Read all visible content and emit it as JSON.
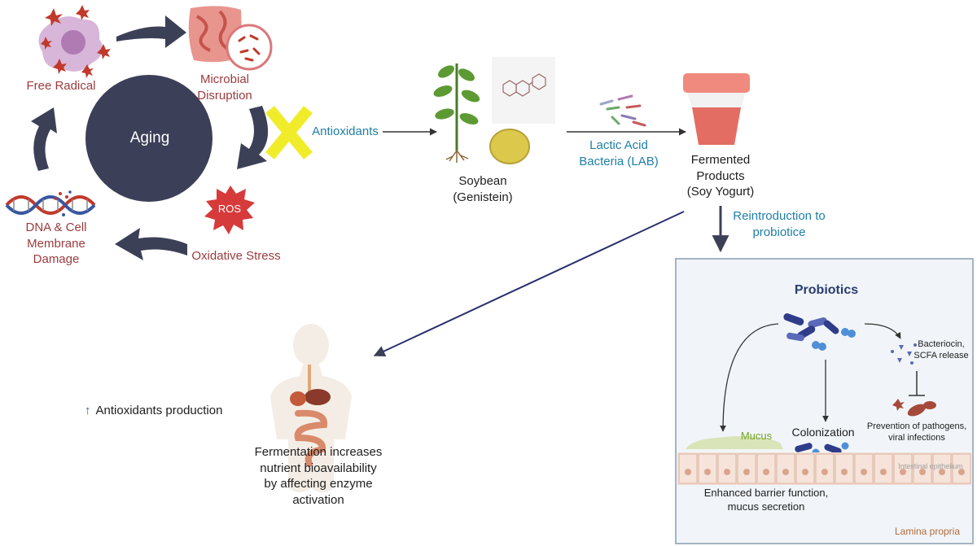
{
  "cycle": {
    "center": "Aging",
    "free_radical": "Free Radical",
    "microbial_line1": "Microbial",
    "microbial_line2": "Disruption",
    "ros": "ROS",
    "oxidative_stress": "Oxidative Stress",
    "dna_line1": "DNA & Cell",
    "dna_line2": "Membrane",
    "dna_line3": "Damage"
  },
  "pathway": {
    "antioxidants": "Antioxidants",
    "soybean_line1": "Soybean",
    "soybean_line2": "(Genistein)",
    "lab_line1": "Lactic Acid",
    "lab_line2": "Bacteria (LAB)",
    "fermented_line1": "Fermented",
    "fermented_line2": "Products",
    "fermented_line3": "(Soy Yogurt)",
    "reintro_line1": "Reintroduction to",
    "reintro_line2": "probiotice"
  },
  "human": {
    "up_arrow": "↑",
    "antioxidants_production": "Antioxidants production",
    "fermentation_line1": "Fermentation increases",
    "fermentation_line2": "nutrient bioavailability",
    "fermentation_line3": "by affecting enzyme",
    "fermentation_line4": "activation"
  },
  "probiotics_panel": {
    "title": "Probiotics",
    "bacteriocin_line1": "Bacteriocin,",
    "bacteriocin_line2": "SCFA release",
    "prevention_line1": "Prevention of pathogens,",
    "prevention_line2": "viral infections",
    "mucus": "Mucus",
    "colonization": "Colonization",
    "epithelium": "Intestinal epithelium",
    "enhanced_line1": "Enhanced barrier function,",
    "enhanced_line2": "mucus secretion",
    "lamina": "Lamina propria"
  },
  "colors": {
    "arrow_navy": "#3c4057",
    "aging_circle": "#3b3f58",
    "red_text": "#9b3b3e",
    "teal_text": "#1f7fa6",
    "cross_yellow": "#f1ec2a",
    "ros_red": "#d63a3a",
    "panel_bg": "#f1f5f9",
    "panel_border": "#a3b3c2",
    "probiotic_blue": "#2f3c8a",
    "mucus_green": "#76a52a"
  }
}
